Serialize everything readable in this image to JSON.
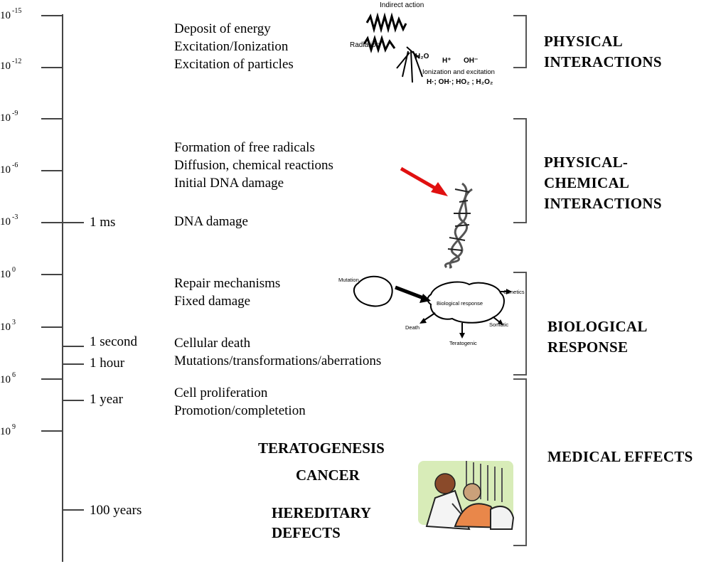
{
  "axis": {
    "powers": [
      {
        "base": "10",
        "exp": "-15"
      },
      {
        "base": "10",
        "exp": "-12"
      },
      {
        "base": "10",
        "exp": "-9"
      },
      {
        "base": "10",
        "exp": "-6"
      },
      {
        "base": "10",
        "exp": "-3"
      },
      {
        "base": "10",
        "exp": "0"
      },
      {
        "base": "10",
        "exp": "3"
      },
      {
        "base": "10",
        "exp": "6"
      },
      {
        "base": "10",
        "exp": "9"
      }
    ],
    "time_labels": [
      "1 ms",
      "1 second",
      "1 hour",
      "1 year",
      "100 years"
    ]
  },
  "events": {
    "physical": [
      "Deposit of energy",
      "Excitation/Ionization",
      "Excitation of particles"
    ],
    "chemical": [
      "Formation of free radicals",
      "Diffusion, chemical reactions",
      "Initial DNA damage"
    ],
    "dna": "DNA damage",
    "repair": [
      "Repair mechanisms",
      "Fixed damage"
    ],
    "cellular": [
      "Cellular death",
      "Mutations/transformations/aberrations"
    ],
    "proliferation": [
      "Cell proliferation",
      "Promotion/completetion"
    ]
  },
  "effects": {
    "teratogenesis": "TERATOGENESIS",
    "cancer": "CANCER",
    "hereditary": [
      "HEREDITARY",
      "DEFECTS"
    ]
  },
  "phases": {
    "physical": [
      "PHYSICAL",
      "INTERACTIONS"
    ],
    "chemical": [
      "PHYSICAL-",
      "CHEMICAL",
      "INTERACTIONS"
    ],
    "biological": [
      "BIOLOGICAL",
      "RESPONSE"
    ],
    "medical": "MEDICAL EFFECTS"
  },
  "illustrations": {
    "radiation": {
      "indirect_action": "Indirect action",
      "radiation": "Radiation",
      "h2o": "H₂O",
      "h_plus": "H⁺",
      "oh_minus": "OH⁻",
      "ionization": "Ionization and excitation",
      "species": "H·; OH·; HO₂ ; H₂O₂"
    },
    "biology": {
      "mutation": "Mutation",
      "biological_response": "Biological response",
      "genetics": "Genetics",
      "death": "Death",
      "somatic": "Somatic",
      "teratogenic": "Teratogenic"
    },
    "arrow_color": "#e01010"
  }
}
